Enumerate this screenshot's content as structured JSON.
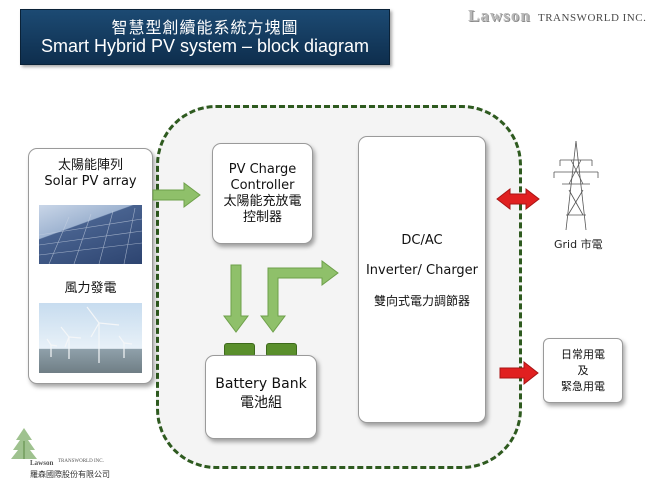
{
  "title": {
    "zh": "智慧型創續能系統方塊圖",
    "en": "Smart Hybrid PV system – block diagram"
  },
  "brand": {
    "logo_text": "Lawson",
    "tagline": "TRANSWORLD INC."
  },
  "source": {
    "solar_zh": "太陽能陣列",
    "solar_en": "Solar PV array",
    "wind_zh": "風力發電"
  },
  "charge_controller": {
    "line1": "PV Charge",
    "line2": "Controller",
    "line3": "太陽能充放電",
    "line4": "控制器"
  },
  "inverter": {
    "line1": "DC/AC",
    "line2": "Inverter/ Charger",
    "line3": "雙向式電力調節器"
  },
  "battery": {
    "line1": "Battery Bank",
    "line2": "電池組"
  },
  "grid": {
    "label": "Grid 市電"
  },
  "load": {
    "line1": "日常用電",
    "line2": "及",
    "line3": "緊急用電"
  },
  "footer": {
    "brand": "Lawson",
    "tagline": "TRANSWORLD INC.",
    "company": "羅森國際股份有限公司"
  },
  "colors": {
    "banner": "#15395c",
    "boundary": "#2e5a1f",
    "green_arrow": "#8fc06a",
    "red_arrow": "#e02020",
    "battery_terminal": "#5a8f2c"
  }
}
